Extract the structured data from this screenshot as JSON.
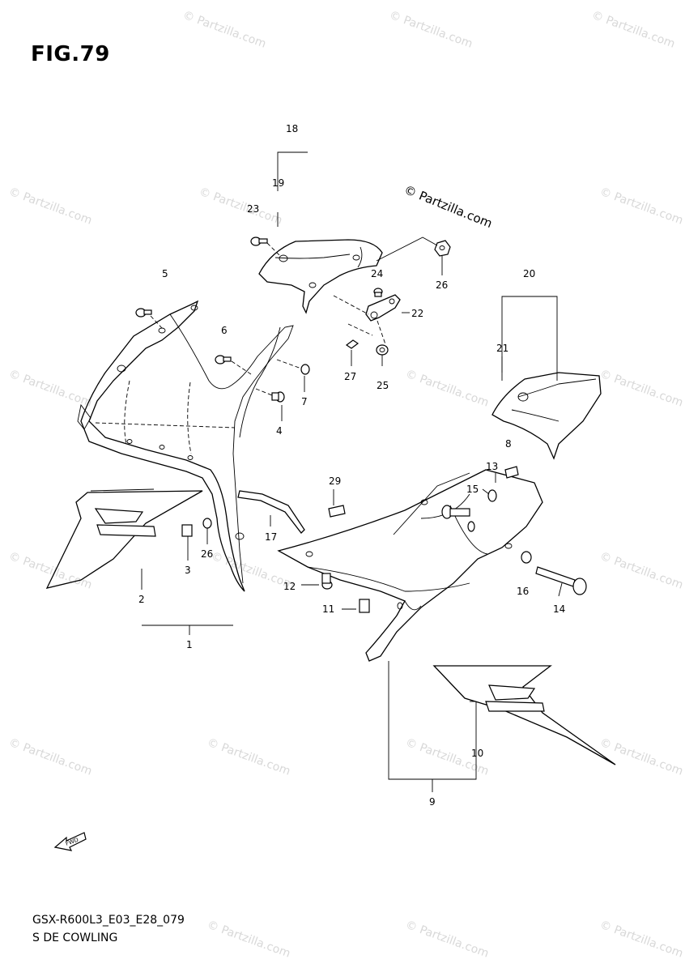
{
  "figure": {
    "title": "FIG.79",
    "code": "GSX-R600L3_E03_E28_079",
    "name": "S DE COWLING"
  },
  "watermark": {
    "text": "© Partzilla.com",
    "color": "#d8d8d8"
  },
  "callouts": [
    {
      "id": "1",
      "label": "1"
    },
    {
      "id": "2",
      "label": "2"
    },
    {
      "id": "3",
      "label": "3"
    },
    {
      "id": "4",
      "label": "4"
    },
    {
      "id": "5",
      "label": "5"
    },
    {
      "id": "6",
      "label": "6"
    },
    {
      "id": "7",
      "label": "7"
    },
    {
      "id": "8",
      "label": "8"
    },
    {
      "id": "9",
      "label": "9"
    },
    {
      "id": "10",
      "label": "10"
    },
    {
      "id": "11",
      "label": "11"
    },
    {
      "id": "12",
      "label": "12"
    },
    {
      "id": "13",
      "label": "13"
    },
    {
      "id": "14",
      "label": "14"
    },
    {
      "id": "15",
      "label": "15"
    },
    {
      "id": "16",
      "label": "16"
    },
    {
      "id": "17",
      "label": "17"
    },
    {
      "id": "18",
      "label": "18"
    },
    {
      "id": "19",
      "label": "19"
    },
    {
      "id": "20",
      "label": "20"
    },
    {
      "id": "21",
      "label": "21"
    },
    {
      "id": "22",
      "label": "22"
    },
    {
      "id": "23",
      "label": "23"
    },
    {
      "id": "24",
      "label": "24"
    },
    {
      "id": "25",
      "label": "25"
    },
    {
      "id": "26a",
      "label": "26"
    },
    {
      "id": "26b",
      "label": "26"
    },
    {
      "id": "27",
      "label": "27"
    },
    {
      "id": "29",
      "label": "29"
    }
  ],
  "direction_arrow": {
    "label": "FWD",
    "icon": "forward-arrow-icon"
  }
}
